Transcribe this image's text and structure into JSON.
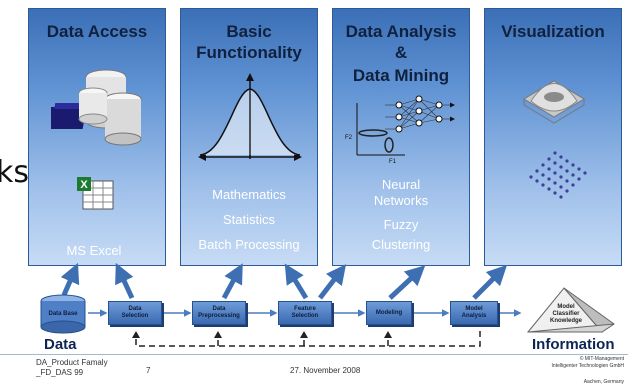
{
  "side_text": "ks",
  "panels": [
    {
      "title": "Data Access",
      "items": [
        "MS Excel"
      ]
    },
    {
      "title_lines": [
        "Basic",
        "Functionality"
      ],
      "items": [
        "Mathematics",
        "Statistics",
        "Batch Processing"
      ]
    },
    {
      "title_lines": [
        "Data Analysis",
        "&",
        "Data Mining"
      ],
      "items": [
        "Neural",
        "Networks",
        "Fuzzy",
        "Clustering"
      ],
      "axis_labels": [
        "F2",
        "F1"
      ]
    },
    {
      "title": "Visualization"
    }
  ],
  "flow": {
    "database": "Data Base",
    "steps": [
      {
        "lines": [
          "Data",
          "Selection"
        ]
      },
      {
        "lines": [
          "Data",
          "Preprocessing"
        ]
      },
      {
        "lines": [
          "Feature",
          "Selection"
        ]
      },
      {
        "lines": [
          "Modeling"
        ]
      },
      {
        "lines": [
          "Model",
          "Analysis"
        ]
      }
    ],
    "pyramid": [
      "Model",
      "Classifier",
      "Knowledge"
    ],
    "left_label": "Data",
    "right_label": "Information"
  },
  "footer": {
    "doc_line1": "DA_Product Famaly",
    "doc_line2": "_FD_DAS 99",
    "page": "7",
    "date": "27. November 2008",
    "company_line1": "© MIT-Management",
    "company_line2": "Intelligenter Technologien GmbH",
    "company_line3": "Aachen, Germany"
  }
}
